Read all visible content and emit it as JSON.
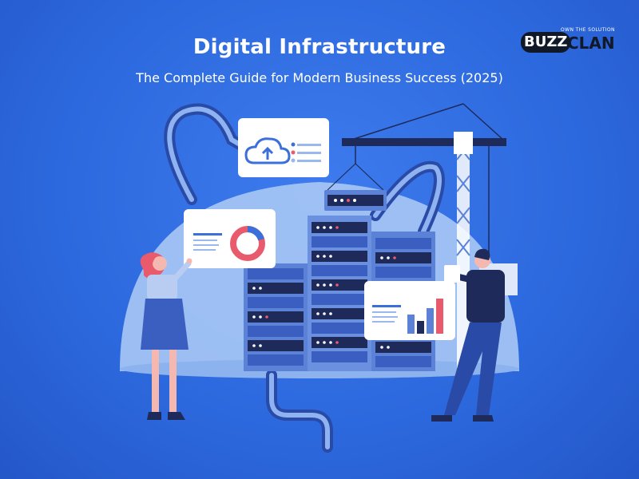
{
  "header": {
    "title": "Digital Infrastructure",
    "subtitle": "The Complete Guide for Modern Business Success (2025)"
  },
  "logo": {
    "tagline": "OWN THE SOLUTION",
    "word1": "BUZZ",
    "word2": "CLAN"
  },
  "colors": {
    "background": "#2f6ee3",
    "dome": "#a9c8f5",
    "server_dark": "#1e2a5a",
    "server_light": "#5b82d6",
    "accent_red": "#e85a6c",
    "accent_blue": "#3b6fd9",
    "brand_dark": "#111827"
  },
  "icons": [
    "cloud-upload-icon",
    "donut-chart-icon",
    "bar-chart-icon",
    "crane-icon",
    "server-rack-icon"
  ]
}
